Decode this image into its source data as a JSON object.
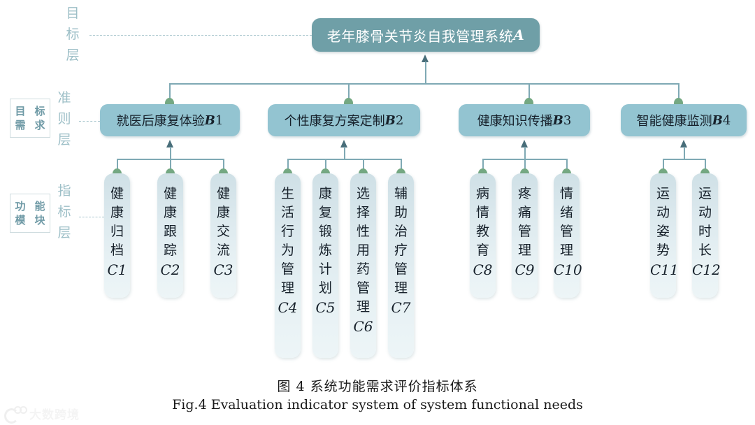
{
  "figure": {
    "caption_cn": "图 4    系统功能需求评价指标体系",
    "caption_en": "Fig.4 Evaluation indicator system of system functional needs"
  },
  "watermark": {
    "text": "大数跨境"
  },
  "axis": {
    "groups": [
      {
        "boxed": "",
        "boxed_chars": [],
        "vertical": "目标层",
        "vertical_chars": [
          "目",
          "标",
          "层"
        ]
      },
      {
        "boxed": "目标需求",
        "boxed_chars": [
          "目",
          "标",
          "需",
          "求"
        ],
        "vertical": "准则层",
        "vertical_chars": [
          "准",
          "则",
          "层"
        ]
      },
      {
        "boxed": "功能模块",
        "boxed_chars": [
          "功",
          "能",
          "模",
          "块"
        ],
        "vertical": "指标层",
        "vertical_chars": [
          "指",
          "标",
          "层"
        ]
      }
    ]
  },
  "nodes": {
    "goal": {
      "label": "老年膝骨关节炎自我管理系统",
      "code": "A"
    },
    "criteria": [
      {
        "label": "就医后康复体验",
        "code_letter": "B",
        "code_num": "1"
      },
      {
        "label": "个性康复方案定制",
        "code_letter": "B",
        "code_num": "2"
      },
      {
        "label": "健康知识传播",
        "code_letter": "B",
        "code_num": "3"
      },
      {
        "label": "智能健康监测",
        "code_letter": "B",
        "code_num": "4"
      }
    ],
    "indicators": [
      {
        "label": "健康归档",
        "chars": [
          "健",
          "康",
          "归",
          "档"
        ],
        "code": "C1",
        "group": 0
      },
      {
        "label": "健康跟踪",
        "chars": [
          "健",
          "康",
          "跟",
          "踪"
        ],
        "code": "C2",
        "group": 0
      },
      {
        "label": "健康交流",
        "chars": [
          "健",
          "康",
          "交",
          "流"
        ],
        "code": "C3",
        "group": 0
      },
      {
        "label": "生活行为管理",
        "chars": [
          "生",
          "活",
          "行",
          "为",
          "管",
          "理"
        ],
        "code": "C4",
        "group": 1
      },
      {
        "label": "康复锻炼计划",
        "chars": [
          "康",
          "复",
          "锻",
          "炼",
          "计",
          "划"
        ],
        "code": "C5",
        "group": 1
      },
      {
        "label": "选择性用药管理",
        "chars": [
          "选",
          "择",
          "性",
          "用",
          "药",
          "管",
          "理"
        ],
        "code": "C6",
        "group": 1
      },
      {
        "label": "辅助治疗管理",
        "chars": [
          "辅",
          "助",
          "治",
          "疗",
          "管",
          "理"
        ],
        "code": "C7",
        "group": 1
      },
      {
        "label": "病情教育",
        "chars": [
          "病",
          "情",
          "教",
          "育"
        ],
        "code": "C8",
        "group": 2
      },
      {
        "label": "疼痛管理",
        "chars": [
          "疼",
          "痛",
          "管",
          "理"
        ],
        "code": "C9",
        "group": 2
      },
      {
        "label": "情绪管理",
        "chars": [
          "情",
          "绪",
          "管",
          "理"
        ],
        "code": "C10",
        "group": 2
      },
      {
        "label": "运动姿势",
        "chars": [
          "运",
          "动",
          "姿",
          "势"
        ],
        "code": "C11",
        "group": 3
      },
      {
        "label": "运动时长",
        "chars": [
          "运",
          "动",
          "时",
          "长"
        ],
        "code": "C12",
        "group": 3
      }
    ]
  },
  "colors": {
    "goal_fill": "#6f9fa7",
    "criteria_fill": "#93c4d1",
    "indicator_fill": "#dce9ee",
    "connector": "#7fa9b4",
    "dot": "#74a882",
    "dash": "#a9c6ce",
    "label_text": "#6f9aa6"
  }
}
